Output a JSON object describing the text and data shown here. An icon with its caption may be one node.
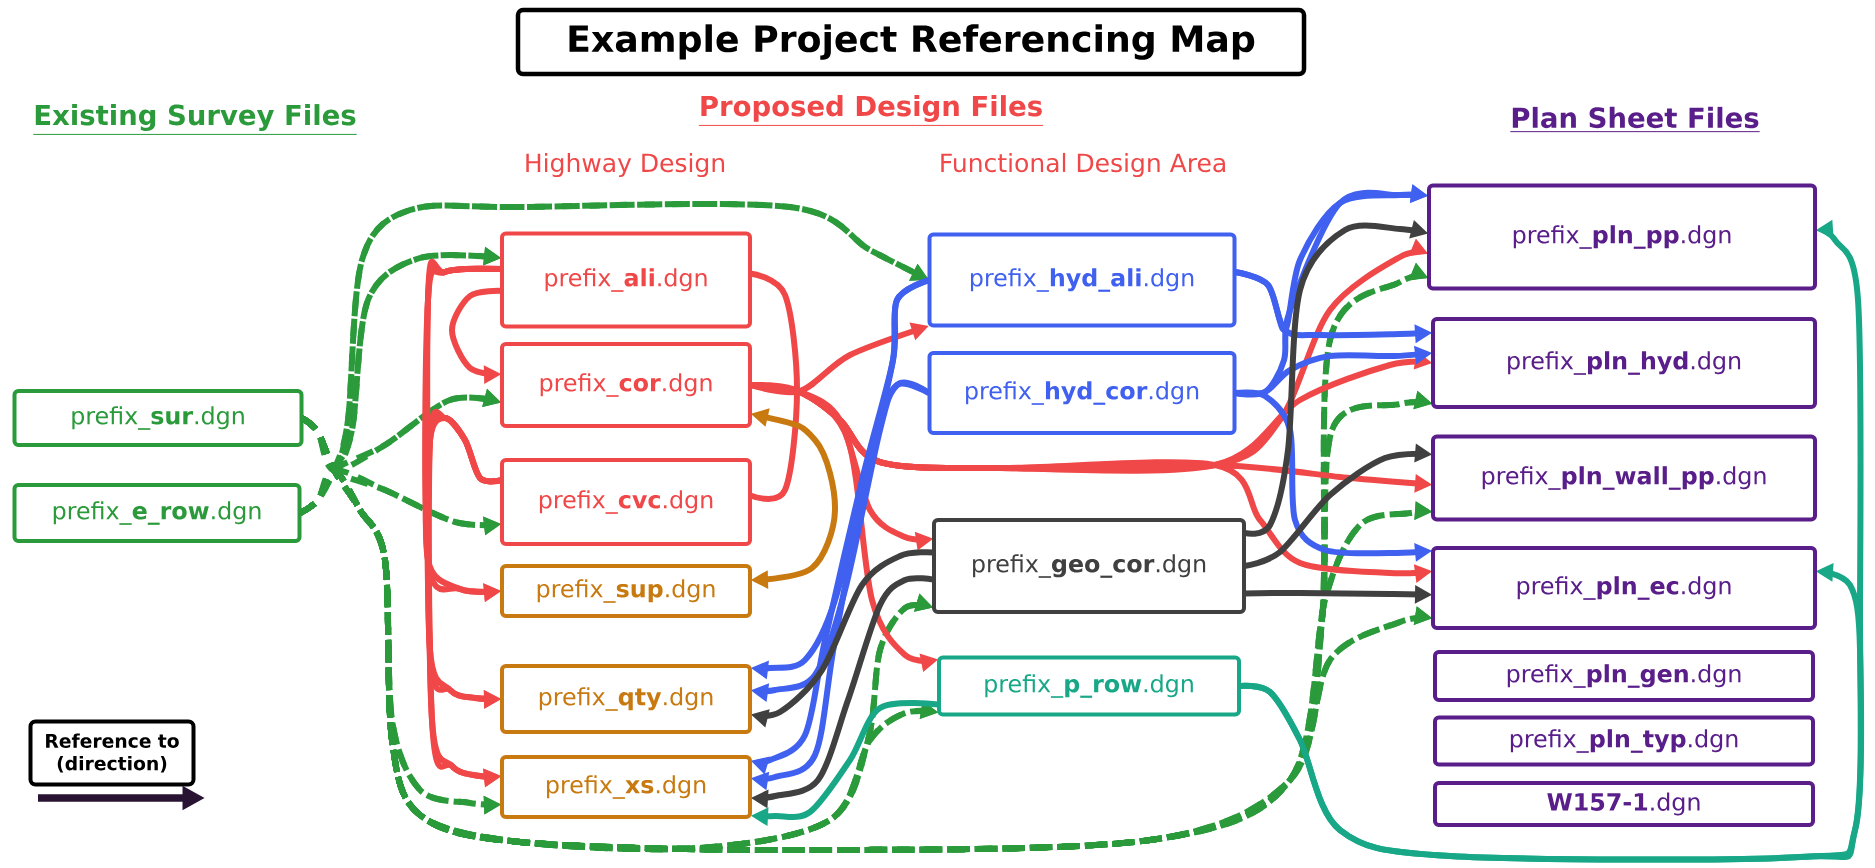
{
  "diagram": {
    "title": "Example Project Referencing Map",
    "nodes": [
      {
        "text": [
          "prefix_**sur**.dgn"
        ]
      },
      {
        "text": [
          "prefix_**e_row**.dgn"
        ]
      },
      {
        "text": [
          "prefix_**ali**.dgn"
        ]
      },
      {
        "text": [
          "prefix_**cor**.dgn"
        ]
      },
      {
        "text": [
          "prefix_**cvc**.dgn"
        ]
      },
      {
        "text": [
          "prefix_**sup**.dgn"
        ]
      },
      {
        "text": [
          "prefix_**qty**.dgn"
        ]
      },
      {
        "text": [
          "prefix_**xs**.dgn"
        ]
      },
      {
        "text": [
          "prefix_**hyd_ali**.dgn"
        ]
      },
      {
        "text": [
          "prefix_**hyd_cor**.dgn"
        ]
      },
      {
        "text": [
          "prefix_**geo_cor**.dgn"
        ]
      },
      {
        "text": [
          "prefix_**p_row**.dgn"
        ]
      },
      {
        "text": [
          "prefix_**pln_pp**.dgn"
        ]
      },
      {
        "text": [
          "prefix_**pln_hyd**.dgn"
        ]
      },
      {
        "text": [
          "prefix_**pln_wall_pp**.dgn"
        ]
      },
      {
        "text": [
          "prefix_**pln_ec**.dgn"
        ]
      },
      {
        "text": [
          "prefix_**pln_gen**.dgn"
        ]
      },
      {
        "text": [
          "prefix_**pln_typ**.dgn"
        ]
      },
      {
        "text": [
          "**W157-1**.dgn"
        ]
      }
    ],
    "edges": [
      {
        "from": 0,
        "to": 2,
        "arrow": "to",
        "style": "dashed",
        "color": "#2a9a3a"
      },
      {
        "from": 1,
        "to": 2,
        "arrow": "to",
        "style": "dashed",
        "color": "#2a9a3a"
      },
      {
        "from": 0,
        "to": 8,
        "arrow": "to",
        "style": "dashed",
        "color": "#2a9a3a"
      },
      {
        "from": 1,
        "to": 8,
        "arrow": "to",
        "style": "dashed",
        "color": "#2a9a3a"
      },
      {
        "from": 0,
        "to": 3,
        "arrow": "to",
        "style": "dashed",
        "color": "#2a9a3a"
      },
      {
        "from": 1,
        "to": 3,
        "arrow": "to",
        "style": "dashed",
        "color": "#2a9a3a"
      },
      {
        "from": 0,
        "to": 4,
        "arrow": "to",
        "style": "dashed",
        "color": "#2a9a3a"
      },
      {
        "from": 1,
        "to": 4,
        "arrow": "to",
        "style": "dashed",
        "color": "#2a9a3a"
      },
      {
        "from": 0,
        "to": 7,
        "arrow": "to",
        "style": "dashed",
        "color": "#2a9a3a"
      },
      {
        "from": 1,
        "to": 7,
        "arrow": "to",
        "style": "dashed",
        "color": "#2a9a3a"
      },
      {
        "from": 0,
        "to": 10,
        "arrow": "to",
        "style": "dashed",
        "color": "#2a9a3a"
      },
      {
        "from": 1,
        "to": 10,
        "arrow": "to",
        "style": "dashed",
        "color": "#2a9a3a"
      },
      {
        "from": 0,
        "to": 11,
        "arrow": "to",
        "style": "dashed",
        "color": "#2a9a3a"
      },
      {
        "from": 1,
        "to": 11,
        "arrow": "to",
        "style": "dashed",
        "color": "#2a9a3a"
      },
      {
        "from": 0,
        "to": 12,
        "arrow": "to",
        "style": "dashed",
        "color": "#2a9a3a"
      },
      {
        "from": 1,
        "to": 12,
        "arrow": "to",
        "style": "dashed",
        "color": "#2a9a3a"
      },
      {
        "from": 0,
        "to": 13,
        "arrow": "to",
        "style": "dashed",
        "color": "#2a9a3a"
      },
      {
        "from": 1,
        "to": 13,
        "arrow": "to",
        "style": "dashed",
        "color": "#2a9a3a"
      },
      {
        "from": 0,
        "to": 14,
        "arrow": "to",
        "style": "dashed",
        "color": "#2a9a3a"
      },
      {
        "from": 1,
        "to": 14,
        "arrow": "to",
        "style": "dashed",
        "color": "#2a9a3a"
      },
      {
        "from": 0,
        "to": 15,
        "arrow": "to",
        "style": "dashed",
        "color": "#2a9a3a"
      },
      {
        "from": 1,
        "to": 15,
        "arrow": "to",
        "style": "dashed",
        "color": "#2a9a3a"
      },
      {
        "from": 2,
        "to": 3,
        "arrow": "to",
        "color": "#f04848"
      },
      {
        "from": 2,
        "to": 5,
        "arrow": "to",
        "color": "#f04848"
      },
      {
        "from": 2,
        "to": 6,
        "arrow": "to",
        "color": "#f04848"
      },
      {
        "from": 2,
        "to": 7,
        "arrow": "to",
        "color": "#f04848"
      },
      {
        "from": 4,
        "to": 5,
        "arrow": "to",
        "color": "#f04848"
      },
      {
        "from": 4,
        "to": 6,
        "arrow": "to",
        "color": "#f04848"
      },
      {
        "from": 4,
        "to": 7,
        "arrow": "to",
        "color": "#f04848"
      },
      {
        "from": 2,
        "to": 4,
        "arrow": "none",
        "color": "#f04848"
      },
      {
        "from": 3,
        "to": 8,
        "arrow": "to",
        "color": "#f04848"
      },
      {
        "from": 3,
        "to": 10,
        "arrow": "to",
        "color": "#f04848"
      },
      {
        "from": 3,
        "to": 11,
        "arrow": "to",
        "color": "#f04848"
      },
      {
        "from": 3,
        "to": 12,
        "arrow": "to",
        "color": "#f04848"
      },
      {
        "from": 3,
        "to": 13,
        "arrow": "to",
        "color": "#f04848"
      },
      {
        "from": 3,
        "to": 14,
        "arrow": "to",
        "color": "#f04848"
      },
      {
        "from": 3,
        "to": 15,
        "arrow": "to",
        "color": "#f04848"
      },
      {
        "from": 3,
        "to": 5,
        "arrow": "both",
        "color": "#c87a10"
      },
      {
        "from": 8,
        "to": 12,
        "arrow": "to",
        "color": "#4060f0"
      },
      {
        "from": 8,
        "to": 13,
        "arrow": "to",
        "color": "#4060f0"
      },
      {
        "from": 9,
        "to": 12,
        "arrow": "to",
        "color": "#4060f0"
      },
      {
        "from": 9,
        "to": 13,
        "arrow": "to",
        "color": "#4060f0"
      },
      {
        "from": 9,
        "to": 15,
        "arrow": "to",
        "color": "#4060f0"
      },
      {
        "from": 8,
        "to": 6,
        "arrow": "to",
        "color": "#4060f0"
      },
      {
        "from": 8,
        "to": 7,
        "arrow": "to",
        "color": "#4060f0"
      },
      {
        "from": 9,
        "to": 6,
        "arrow": "to",
        "color": "#4060f0"
      },
      {
        "from": 9,
        "to": 7,
        "arrow": "to",
        "color": "#4060f0"
      },
      {
        "from": 10,
        "to": 12,
        "arrow": "to",
        "color": "#404040"
      },
      {
        "from": 10,
        "to": 14,
        "arrow": "to",
        "color": "#404040"
      },
      {
        "from": 10,
        "to": 15,
        "arrow": "to",
        "color": "#404040"
      },
      {
        "from": 10,
        "to": 6,
        "arrow": "to",
        "color": "#404040"
      },
      {
        "from": 10,
        "to": 7,
        "arrow": "to",
        "color": "#404040"
      },
      {
        "from": 11,
        "to": 7,
        "arrow": "to",
        "color": "#18a888"
      },
      {
        "from": 11,
        "to": 12,
        "arrow": "to",
        "color": "#18a888"
      },
      {
        "from": 11,
        "to": 15,
        "arrow": "to",
        "color": "#18a888"
      }
    ],
    "labels": [
      "Existing Survey Files",
      "Proposed Design Files",
      "Highway Design",
      "Functional Design Area",
      "Plan Sheet Files"
    ],
    "legend": [
      {
        "text": "Reference to (direction)"
      }
    ]
  }
}
